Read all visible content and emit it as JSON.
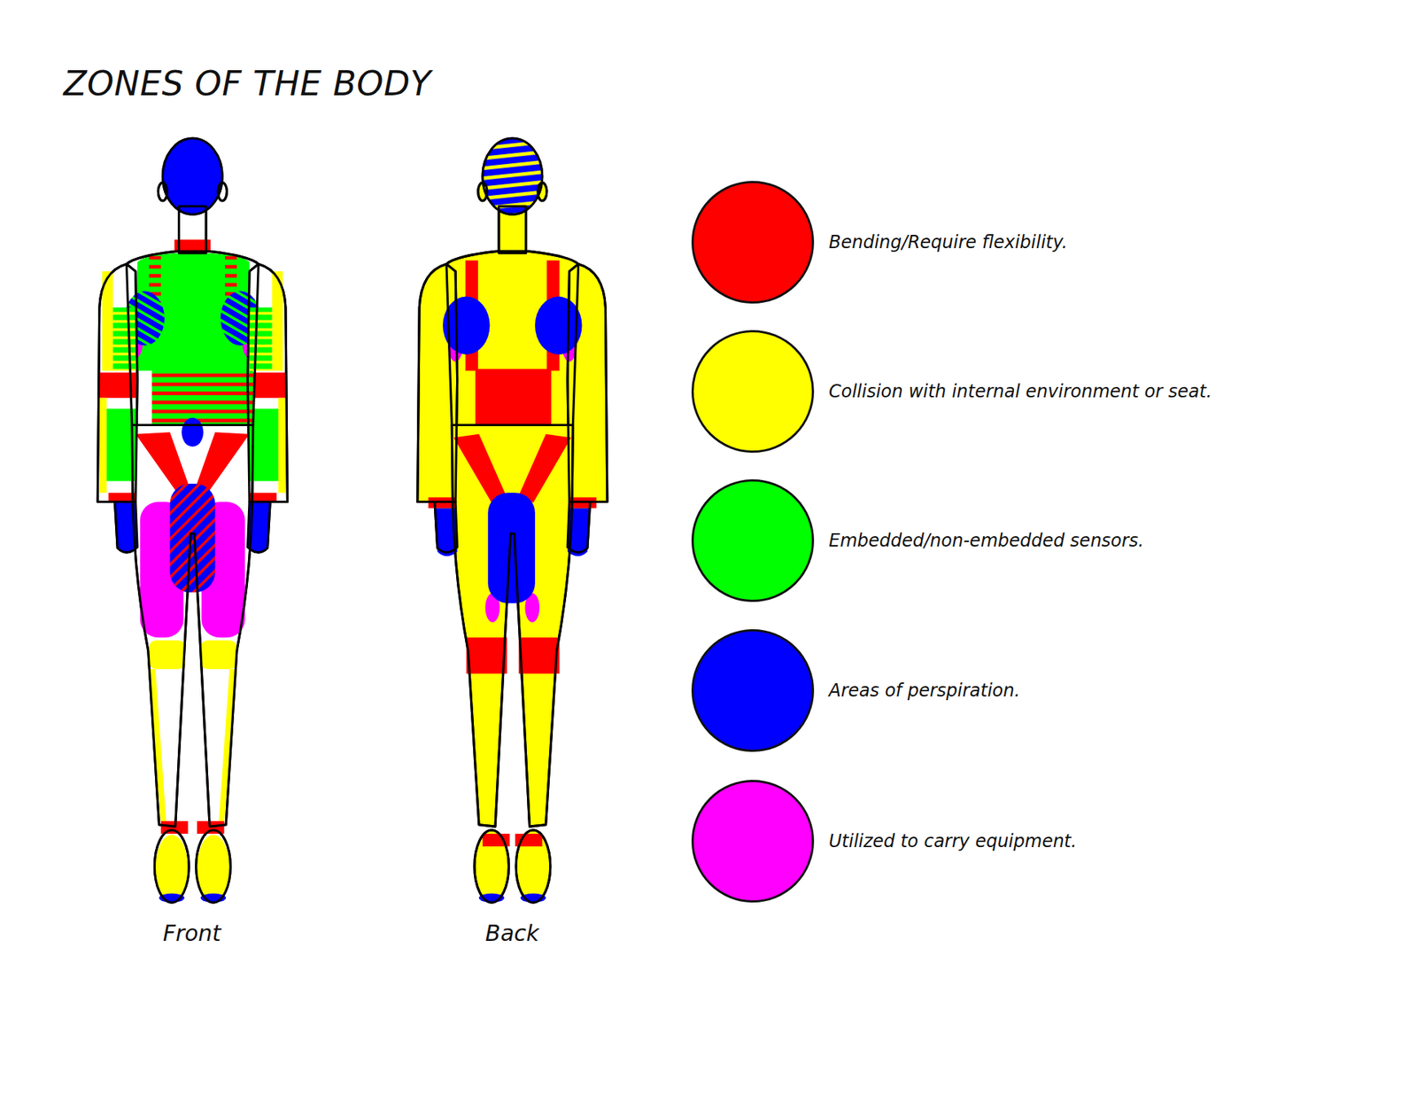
{
  "diagram": {
    "title": "ZONES OF THE BODY",
    "labels": [
      "Front",
      "Back"
    ],
    "legend": [
      {
        "text": "Bending/Require flexibility.",
        "color": "#ff0000"
      },
      {
        "text": "Collision with internal environment or seat.",
        "color": "#ffff00"
      },
      {
        "text": "Embedded/non-embedded sensors.",
        "color": "#00ff00"
      },
      {
        "text": "Areas of perspiration.",
        "color": "#0000ff"
      },
      {
        "text": "Utilized to carry equipment.",
        "color": "#ff00ff"
      }
    ]
  }
}
